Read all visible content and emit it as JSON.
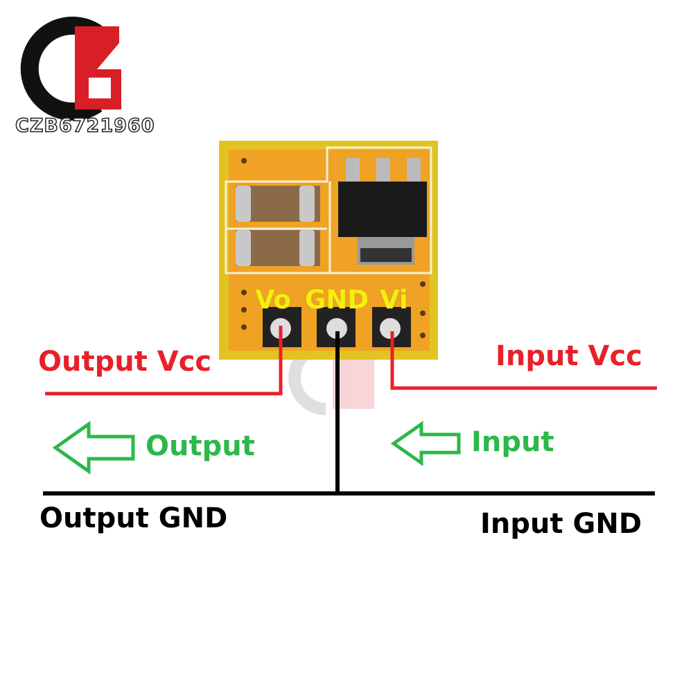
{
  "logo": {
    "text": "CZB6721960"
  },
  "board": {
    "pins": [
      "Vo",
      "GND",
      "Vi"
    ]
  },
  "labels": {
    "output_vcc": "Output Vcc",
    "input_vcc": "Input Vcc",
    "output": "Output",
    "input": "Input",
    "output_gnd": "Output GND",
    "input_gnd": "Input GND"
  },
  "colors": {
    "vcc_wire": "#e8202a",
    "gnd_wire": "#000000",
    "direction": "#2db84a",
    "pin_label": "#f5ee10"
  }
}
